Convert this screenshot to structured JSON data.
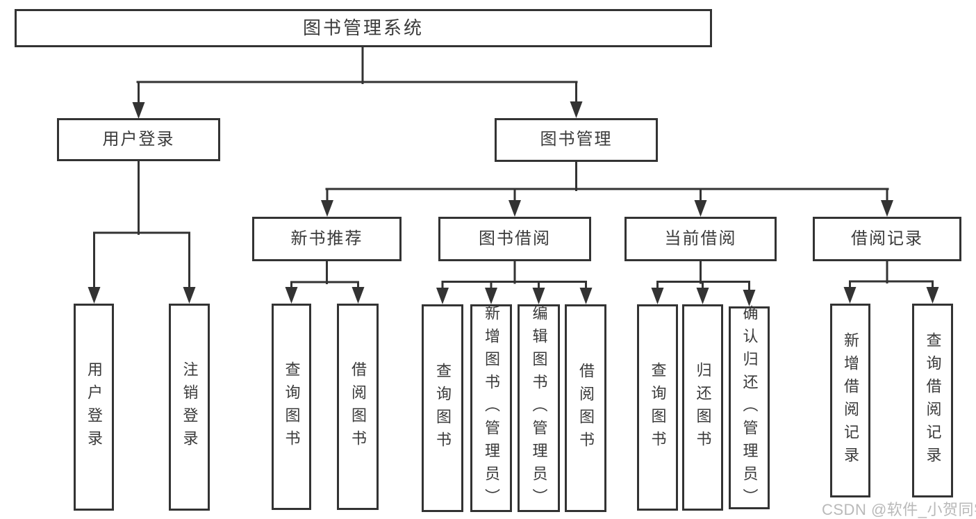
{
  "tree": {
    "root": {
      "label": "图书管理系统"
    },
    "branches": [
      {
        "label": "用户登录",
        "children": [
          {
            "label": "用户登录"
          },
          {
            "label": "注销登录"
          }
        ]
      },
      {
        "label": "图书管理",
        "children": [
          {
            "label": "新书推荐",
            "children": [
              {
                "label": "查询图书"
              },
              {
                "label": "借阅图书"
              }
            ]
          },
          {
            "label": "图书借阅",
            "children": [
              {
                "label": "查询图书"
              },
              {
                "label": "新增图书（管理员）"
              },
              {
                "label": "编辑图书（管理员）"
              },
              {
                "label": "借阅图书"
              }
            ]
          },
          {
            "label": "当前借阅",
            "children": [
              {
                "label": "查询图书"
              },
              {
                "label": "归还图书"
              },
              {
                "label": "确认归还（管理员）"
              }
            ]
          },
          {
            "label": "借阅记录",
            "children": [
              {
                "label": "新增借阅记录"
              },
              {
                "label": "查询借阅记录"
              }
            ]
          }
        ]
      }
    ]
  },
  "watermark": {
    "text": "CSDN @软件_小贺同学"
  },
  "colors": {
    "line": "#333333",
    "border": "#333333",
    "text": "#3a3a3a",
    "watermark": "#b9b9b9",
    "background": "#ffffff"
  }
}
